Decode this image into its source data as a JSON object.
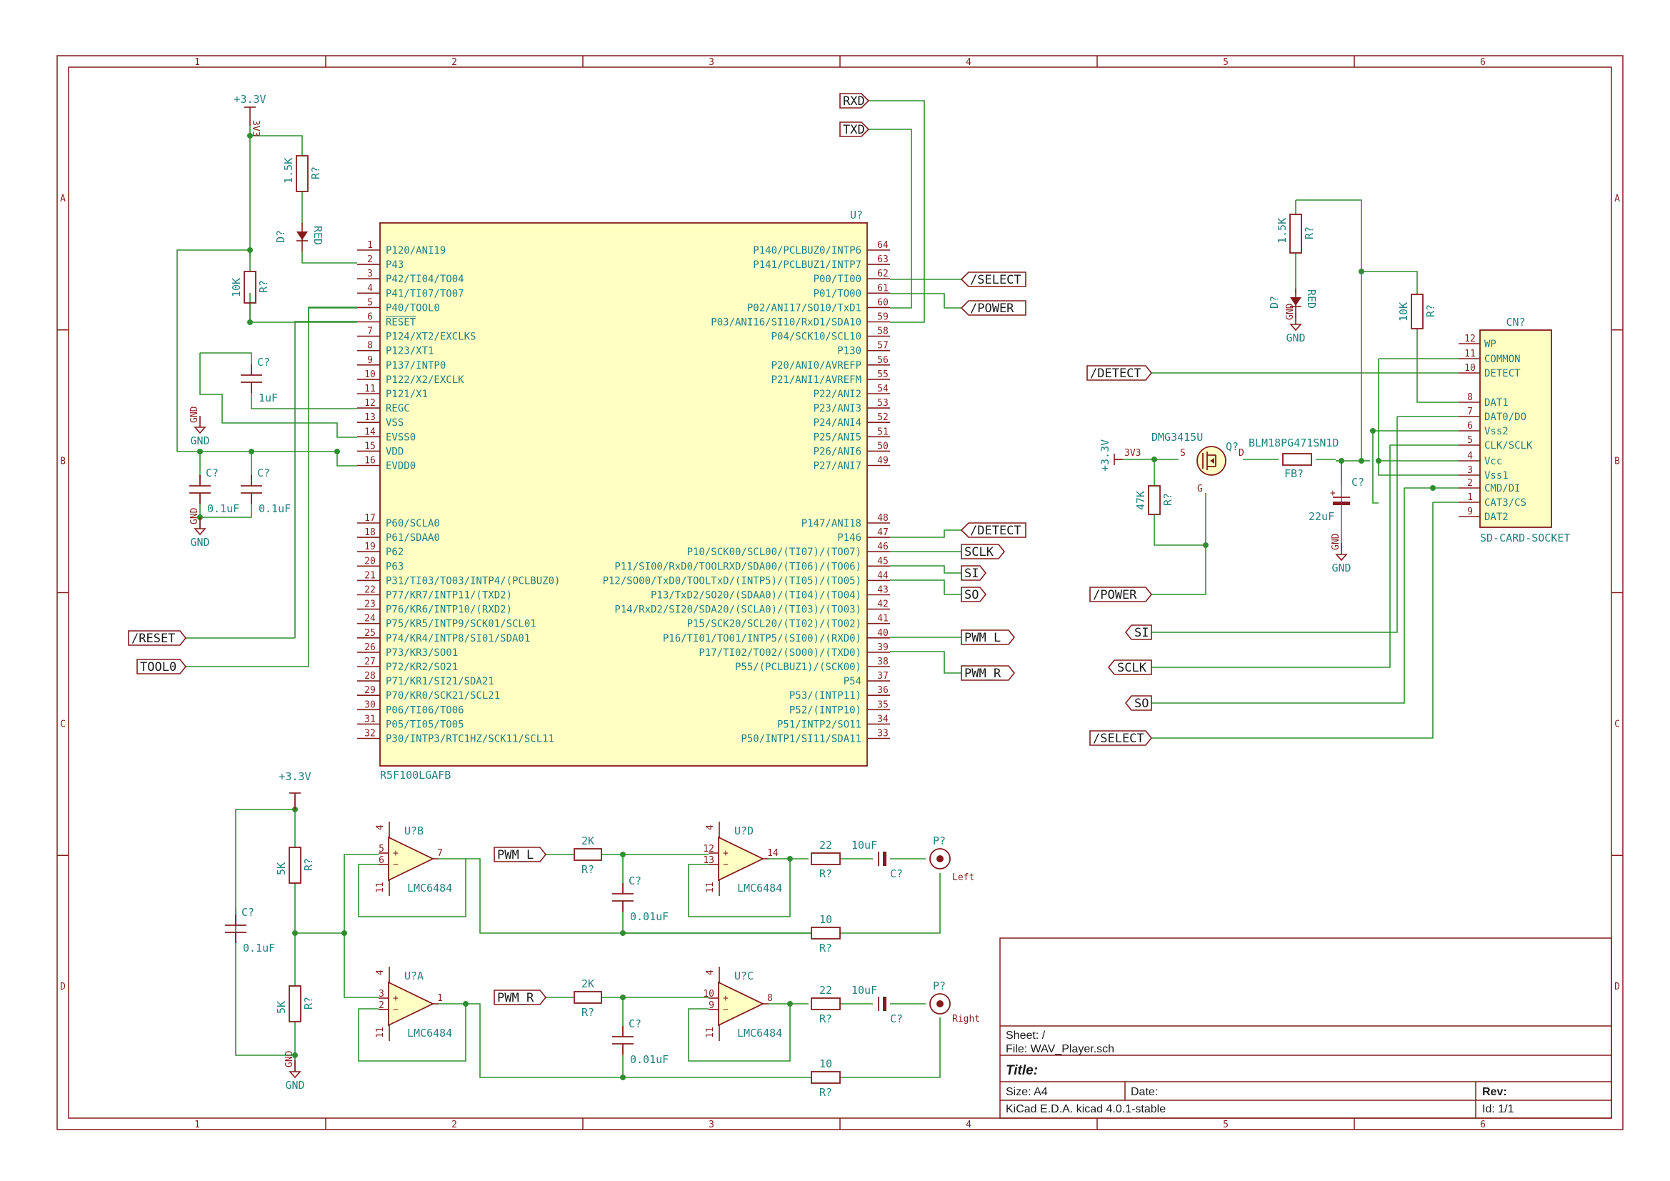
{
  "frame": {
    "cols": [
      "1",
      "2",
      "3",
      "4",
      "5",
      "6"
    ],
    "rows": [
      "A",
      "B",
      "C",
      "D"
    ]
  },
  "title_block": {
    "sheet": "Sheet: /",
    "file": "File: WAV_Player.sch",
    "title": "Title:",
    "size": "Size: A4",
    "date": "Date:",
    "rev": "Rev:",
    "tool": "KiCad E.D.A.  kicad 4.0.1-stable",
    "id": "Id: 1/1"
  },
  "mcu": {
    "ref": "U?",
    "value": "R5F100LGAFB",
    "left_pins": [
      {
        "num": "1",
        "name": "P120/ANI19"
      },
      {
        "num": "2",
        "name": "P43"
      },
      {
        "num": "3",
        "name": "P42/TI04/TO04"
      },
      {
        "num": "4",
        "name": "P41/TI07/TO07"
      },
      {
        "num": "5",
        "name": "P40/TOOL0"
      },
      {
        "num": "6",
        "name": "RESET"
      },
      {
        "num": "7",
        "name": "P124/XT2/EXCLKS"
      },
      {
        "num": "8",
        "name": "P123/XT1"
      },
      {
        "num": "9",
        "name": "P137/INTP0"
      },
      {
        "num": "10",
        "name": "P122/X2/EXCLK"
      },
      {
        "num": "11",
        "name": "P121/X1"
      },
      {
        "num": "12",
        "name": "REGC"
      },
      {
        "num": "13",
        "name": "VSS"
      },
      {
        "num": "14",
        "name": "EVSS0"
      },
      {
        "num": "15",
        "name": "VDD"
      },
      {
        "num": "16",
        "name": "EVDD0"
      },
      {
        "num": "17",
        "name": "P60/SCLA0"
      },
      {
        "num": "18",
        "name": "P61/SDAA0"
      },
      {
        "num": "19",
        "name": "P62"
      },
      {
        "num": "20",
        "name": "P63"
      },
      {
        "num": "21",
        "name": "P31/TI03/TO03/INTP4/(PCLBUZ0)"
      },
      {
        "num": "22",
        "name": "P77/KR7/INTP11/(TXD2)"
      },
      {
        "num": "23",
        "name": "P76/KR6/INTP10/(RXD2)"
      },
      {
        "num": "24",
        "name": "P75/KR5/INTP9/SCK01/SCL01"
      },
      {
        "num": "25",
        "name": "P74/KR4/INTP8/SI01/SDA01"
      },
      {
        "num": "26",
        "name": "P73/KR3/SO01"
      },
      {
        "num": "27",
        "name": "P72/KR2/SO21"
      },
      {
        "num": "28",
        "name": "P71/KR1/SI21/SDA21"
      },
      {
        "num": "29",
        "name": "P70/KR0/SCK21/SCL21"
      },
      {
        "num": "30",
        "name": "P06/TI06/TO06"
      },
      {
        "num": "31",
        "name": "P05/TI05/TO05"
      },
      {
        "num": "32",
        "name": "P30/INTP3/RTC1HZ/SCK11/SCL11"
      }
    ],
    "right_pins": [
      {
        "num": "64",
        "name": "P140/PCLBUZ0/INTP6"
      },
      {
        "num": "63",
        "name": "P141/PCLBUZ1/INTP7"
      },
      {
        "num": "62",
        "name": "P00/TI00"
      },
      {
        "num": "61",
        "name": "P01/TO00"
      },
      {
        "num": "60",
        "name": "P02/ANI17/SO10/TxD1"
      },
      {
        "num": "59",
        "name": "P03/ANI16/SI10/RxD1/SDA10"
      },
      {
        "num": "58",
        "name": "P04/SCK10/SCL10"
      },
      {
        "num": "57",
        "name": "P130"
      },
      {
        "num": "56",
        "name": "P20/ANI0/AVREFP"
      },
      {
        "num": "55",
        "name": "P21/ANI1/AVREFM"
      },
      {
        "num": "54",
        "name": "P22/ANI2"
      },
      {
        "num": "53",
        "name": "P23/ANI3"
      },
      {
        "num": "52",
        "name": "P24/ANI4"
      },
      {
        "num": "51",
        "name": "P25/ANI5"
      },
      {
        "num": "50",
        "name": "P26/ANI6"
      },
      {
        "num": "49",
        "name": "P27/ANI7"
      },
      {
        "num": "48",
        "name": "P147/ANI18"
      },
      {
        "num": "47",
        "name": "P146"
      },
      {
        "num": "46",
        "name": "P10/SCK00/SCL00/(TI07)/(TO07)"
      },
      {
        "num": "45",
        "name": "P11/SI00/RxD0/TOOLRXD/SDA00/(TI06)/(TO06)"
      },
      {
        "num": "44",
        "name": "P12/SO00/TxD0/TOOLTxD/(INTP5)/(TI05)/(TO05)"
      },
      {
        "num": "43",
        "name": "P13/TxD2/SO20/(SDAA0)/(TI04)/(TO04)"
      },
      {
        "num": "42",
        "name": "P14/RxD2/SI20/SDA20/(SCLA0)/(TI03)/(TO03)"
      },
      {
        "num": "41",
        "name": "P15/SCK20/SCL20/(TI02)/(TO02)"
      },
      {
        "num": "40",
        "name": "P16/TI01/TO01/INTP5/(SI00)/(RXD0)"
      },
      {
        "num": "39",
        "name": "P17/TI02/TO02/(SO00)/(TXD0)"
      },
      {
        "num": "38",
        "name": "P55/(PCLBUZ1)/(SCK00)"
      },
      {
        "num": "37",
        "name": "P54"
      },
      {
        "num": "36",
        "name": "P53/(INTP11)"
      },
      {
        "num": "35",
        "name": "P52/(INTP10)"
      },
      {
        "num": "34",
        "name": "P51/INTP2/SO11"
      },
      {
        "num": "33",
        "name": "P50/INTP1/SI11/SDA11"
      }
    ]
  },
  "sd": {
    "ref": "CN?",
    "value": "SD-CARD-SOCKET",
    "pins": [
      {
        "num": "12",
        "name": "WP"
      },
      {
        "num": "11",
        "name": "COMMON"
      },
      {
        "num": "10",
        "name": "DETECT"
      },
      {
        "num": "8",
        "name": "DAT1"
      },
      {
        "num": "7",
        "name": "DAT0/DO"
      },
      {
        "num": "6",
        "name": "Vss2"
      },
      {
        "num": "5",
        "name": "CLK/SCLK"
      },
      {
        "num": "4",
        "name": "Vcc"
      },
      {
        "num": "3",
        "name": "Vss1"
      },
      {
        "num": "2",
        "name": "CMD/DI"
      },
      {
        "num": "1",
        "name": "CAT3/CS"
      },
      {
        "num": "9",
        "name": "DAT2"
      }
    ]
  },
  "labels": {
    "rxd": "RXD",
    "txd": "TXD",
    "select": "/SELECT",
    "power": "/POWER",
    "detect": "/DETECT",
    "sclk": "SCLK",
    "si": "SI",
    "so": "SO",
    "pwm_l": "PWM_L",
    "pwm_r": "PWM_R",
    "reset": "/RESET",
    "tool0": "TOOL0"
  },
  "power": {
    "v33": "+3.3V",
    "vnet": "3V3",
    "gnd": "GND",
    "gnd_sym": "GND",
    "one": "1"
  },
  "parts": {
    "r_ref": "R?",
    "c_ref": "C?",
    "d_ref": "D?",
    "q_ref": "Q?",
    "fb_ref": "FB?",
    "p_ref": "P?",
    "r_1k5": "1.5K",
    "r_10k": "10K",
    "r_47k": "47K",
    "r_5k": "5K",
    "r_2k": "2K",
    "r_22": "22",
    "r_10": "10",
    "c_1uf": "1uF",
    "c_01uf": "0.1uF",
    "c_001uf": "0.01uF",
    "c_10uf": "10uF",
    "c_22uf": "22uF",
    "led": "RED",
    "mosfet": "DMG3415U",
    "fb": "BLM18PG471SN1D",
    "mos_s": "S",
    "mos_d": "D",
    "mos_g": "G",
    "left": "Left",
    "right": "Right",
    "opamp": "LMC6484",
    "uA": "U?A",
    "uB": "U?B",
    "uC": "U?C",
    "uD": "U?D",
    "p1": "1",
    "p2": "2",
    "p3": "3",
    "p4": "4",
    "p5": "5",
    "p6": "6",
    "p7": "7",
    "p8": "8",
    "p9": "9",
    "p10": "10",
    "p11": "11",
    "p12": "12",
    "p13": "13",
    "p14": "14"
  }
}
